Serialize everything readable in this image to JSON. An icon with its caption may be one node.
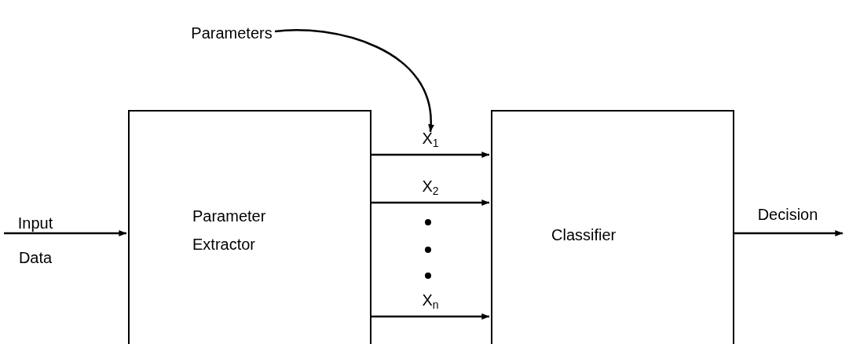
{
  "diagram": {
    "nodes": [
      {
        "text": [
          "Parameter Extractor"
        ]
      },
      {
        "text": [
          "Classifier"
        ]
      },
      {
        "text": [
          "Parameters"
        ]
      }
    ],
    "edges": [
      {
        "from": null,
        "to": 0,
        "arrow": "to",
        "label": "Input Data"
      },
      {
        "from": 0,
        "to": 1,
        "arrow": "to",
        "label": "X$_{1}$"
      },
      {
        "from": 0,
        "to": 1,
        "arrow": "to",
        "label": "X$_{2}$"
      },
      {
        "from": 0,
        "to": 1,
        "arrow": "to",
        "label": "X$_{n}$"
      },
      {
        "from": 1,
        "to": null,
        "arrow": "to",
        "label": "Decision"
      },
      {
        "from": 2,
        "to": null,
        "arrow": "to"
      }
    ]
  }
}
